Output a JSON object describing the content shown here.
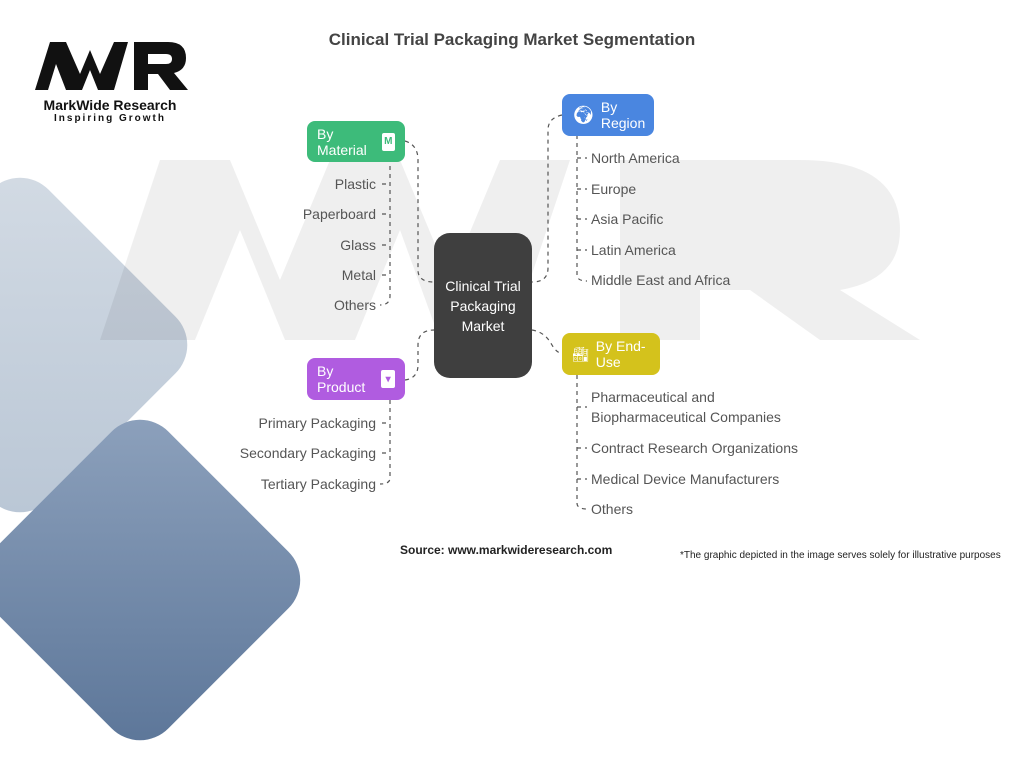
{
  "logo": {
    "mark": "MWR",
    "brand": "MarkWide Research",
    "tagline": "Inspiring Growth"
  },
  "title": "Clinical Trial Packaging Market Segmentation",
  "center": {
    "label": "Clinical Trial Packaging Market",
    "color": "#3f3f3f"
  },
  "branches": {
    "material": {
      "label": "By Material",
      "icon": "package-m-icon",
      "color": "#3dbb7a",
      "items": [
        "Plastic",
        "Paperboard",
        "Glass",
        "Metal",
        "Others"
      ]
    },
    "region": {
      "label": "By Region",
      "icon": "globe-icon",
      "color": "#4a86e0",
      "items": [
        "North America",
        "Europe",
        "Asia Pacific",
        "Latin America",
        "Middle East and Africa"
      ]
    },
    "product": {
      "label": "By Product",
      "icon": "box-icon",
      "color": "#b05ce0",
      "items": [
        "Primary Packaging",
        "Secondary Packaging",
        "Tertiary Packaging"
      ]
    },
    "enduse": {
      "label": "By End-Use",
      "icon": "factory-icon",
      "color": "#d4c21c",
      "items": [
        "Pharmaceutical and",
        "Biopharmaceutical Companies",
        "Contract Research Organizations",
        "Medical Device Manufacturers",
        "Others"
      ]
    }
  },
  "footer": {
    "source": "Source: www.markwideresearch.com",
    "note": "*The graphic depicted in the image serves solely for illustrative purposes"
  }
}
